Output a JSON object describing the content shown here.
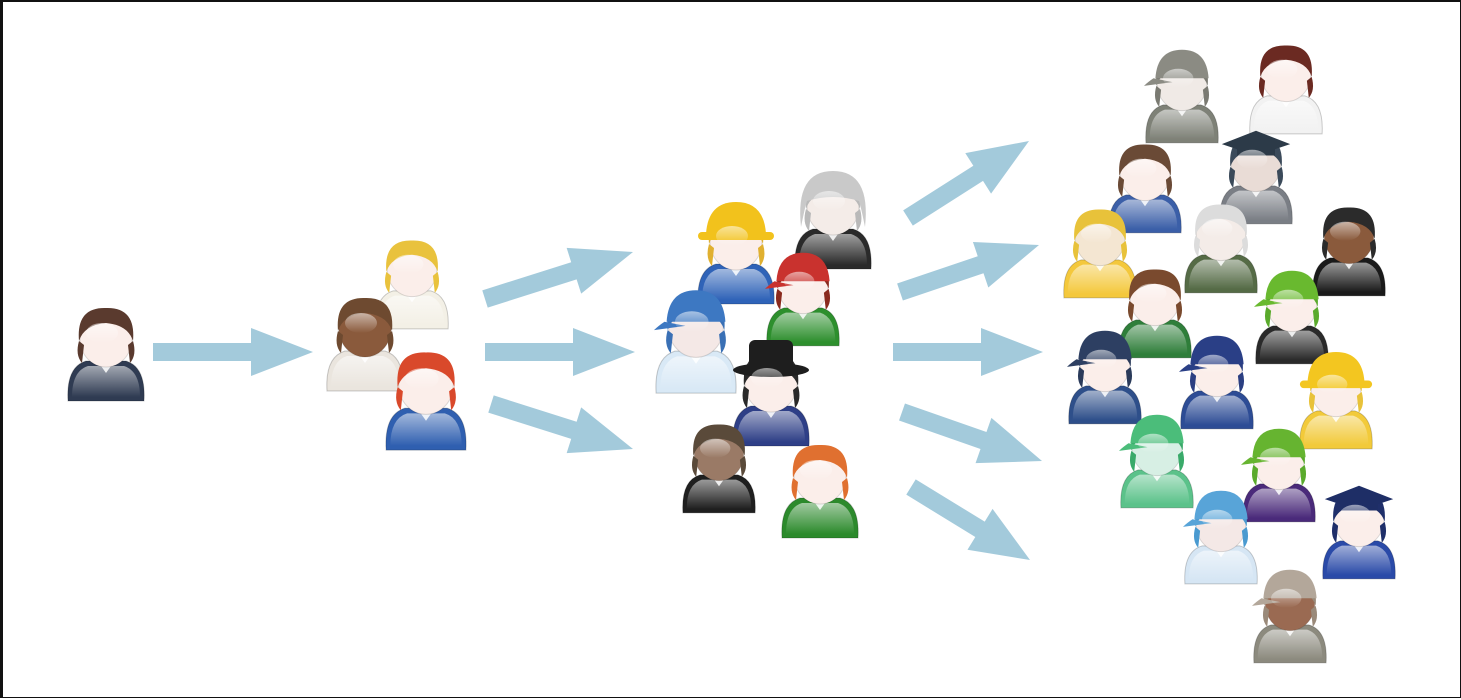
{
  "diagram": {
    "stages": [
      {
        "people": 1
      },
      {
        "people": 3
      },
      {
        "people": 7
      },
      {
        "people": 17
      }
    ],
    "arrow_counts": [
      1,
      3,
      5
    ],
    "colors": {
      "arrow": "#9ec7d9",
      "background": "#ffffff",
      "border": "#111111"
    },
    "icons": [
      "person-icon",
      "arrow-icon"
    ]
  }
}
